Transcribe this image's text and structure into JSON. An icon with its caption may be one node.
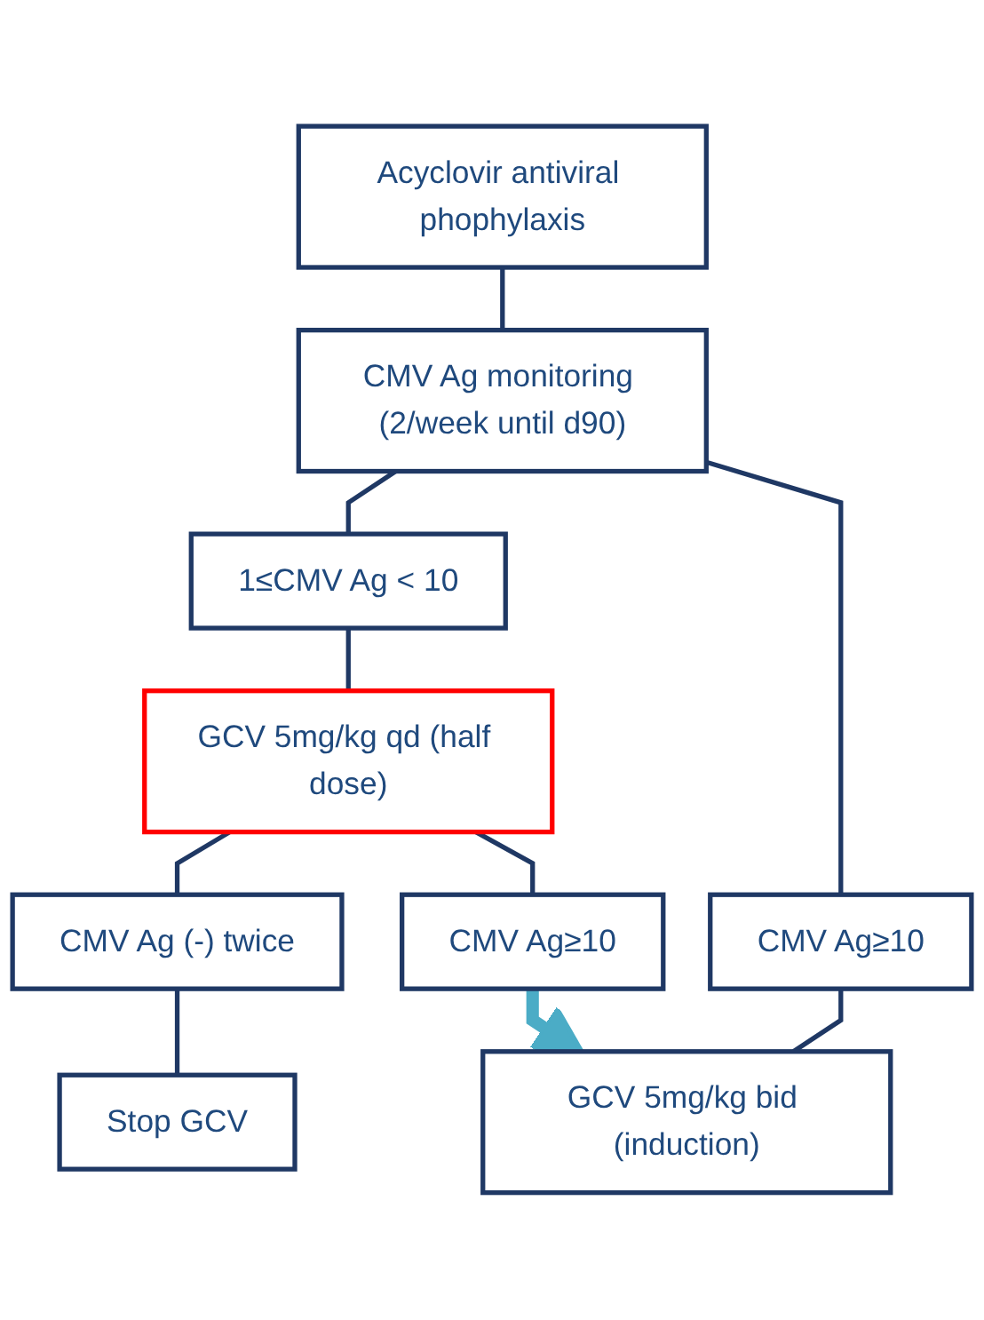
{
  "diagram": {
    "nodes": [
      {
        "text": [
          "Acyclovir antiviral phophylaxis"
        ]
      },
      {
        "text": [
          "CMV Ag monitoring (2/week until d90)"
        ]
      },
      {
        "text": [
          "1≤CMV Ag < 10"
        ]
      },
      {
        "text": [
          "CMV Ag≥10"
        ]
      },
      {
        "text": [
          "GCV 5mg/kg qd (half dose)"
        ]
      },
      {
        "text": [
          "GCV 5mg/kg bid (induction)"
        ]
      },
      {
        "text": [
          "CMV Ag (-) twice"
        ]
      },
      {
        "text": [
          "CMV Ag≥10"
        ]
      },
      {
        "text": [
          "Stop GCV"
        ]
      }
    ],
    "edges": [
      {
        "from": 0,
        "to": 1,
        "arrow": "none"
      },
      {
        "from": 1,
        "to": 2,
        "arrow": "none"
      },
      {
        "from": 1,
        "to": 3,
        "arrow": "none"
      },
      {
        "from": 2,
        "to": 4,
        "arrow": "none"
      },
      {
        "from": 3,
        "to": 5,
        "arrow": "none"
      },
      {
        "from": 4,
        "to": 6,
        "arrow": "none"
      },
      {
        "from": 4,
        "to": 7,
        "arrow": "none"
      },
      {
        "from": 6,
        "to": 8,
        "arrow": "none"
      },
      {
        "from": 7,
        "to": 5,
        "arrow": "to",
        "style": "thick",
        "color": "#4bacc6"
      }
    ]
  }
}
